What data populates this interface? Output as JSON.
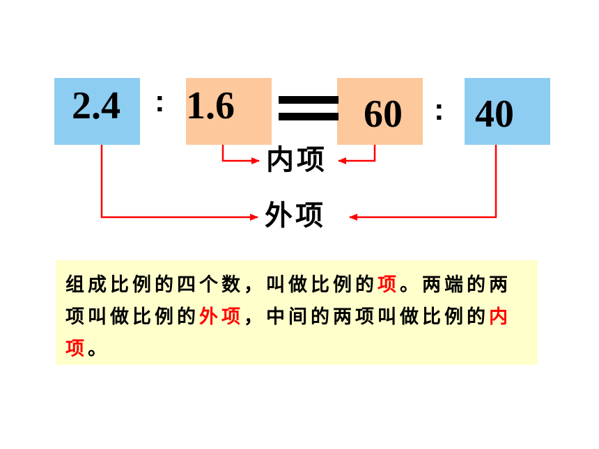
{
  "proportion": {
    "term1": "2.4",
    "colon1": ":",
    "term2": "1.6",
    "equals": "=",
    "term3": "60",
    "colon2": ":",
    "term4": "40"
  },
  "labels": {
    "inner_terms": "内项",
    "outer_terms": "外项"
  },
  "definition": {
    "part1": "组成比例的四个数，叫做比例的",
    "term": "项",
    "part2": "。两端的两项叫做比例的",
    "outer": "外项",
    "part3": "，中间的两项叫做比例的",
    "inner": "内项",
    "part4": "。"
  },
  "colors": {
    "outer_box": "#8ecdf2",
    "inner_box": "#fcc89c",
    "arrow": "#ff0000",
    "highlight": "#ff0000",
    "note_background": "#ffffcc"
  }
}
